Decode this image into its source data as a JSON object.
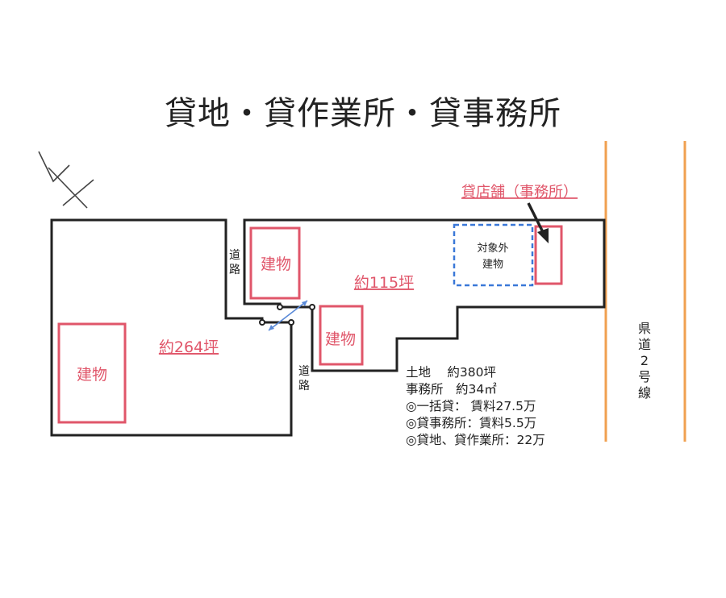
{
  "title": "貸地・貸作業所・貸事務所",
  "colors": {
    "outline": "#222222",
    "building": "#e0566a",
    "excluded": "#3a78d8",
    "road": "#f0a050"
  },
  "icons": {
    "north": "north-arrow-icon"
  },
  "labels": {
    "left_building": "建物",
    "left_area": "約264坪",
    "right_building_upper": "建物",
    "right_building_lower": "建物",
    "right_area": "約115坪",
    "road_upper": [
      "道",
      "路"
    ],
    "road_lower": [
      "道",
      "路"
    ],
    "store_label": "貸店舗（事務所）",
    "excluded_building": [
      "対象外",
      "建物"
    ],
    "prefectural_road": [
      "県",
      "道",
      "2",
      "号",
      "線"
    ]
  },
  "info": {
    "land": "土地　 約380坪",
    "office": "事務所　約34㎡",
    "lines": [
      "◎一括貸：  賃料27.5万",
      "◎貸事務所：賃料5.5万",
      "◎貸地、貸作業所：22万"
    ]
  }
}
